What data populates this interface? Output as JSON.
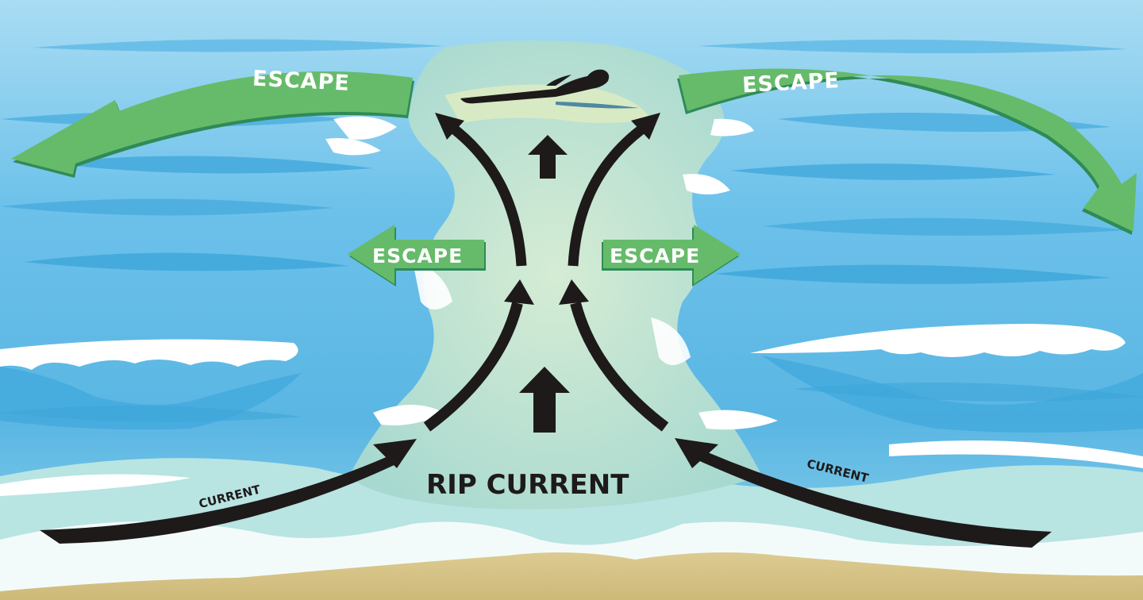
{
  "diagram": {
    "title": "RIP CURRENT",
    "subject": "Rip current escape diagram",
    "labels": {
      "rip_current": "RIP CURRENT",
      "current_left": "CURRENT",
      "current_right": "CURRENT",
      "escape_top_left": "ESCAPE",
      "escape_top_right": "ESCAPE",
      "escape_mid_left": "ESCAPE",
      "escape_mid_right": "ESCAPE"
    },
    "elements": [
      {
        "id": "swimmer",
        "description": "Swimmer silhouette at the top of the rip current"
      },
      {
        "id": "escape-arrow-top-left",
        "direction": "curving left, parallel to shore"
      },
      {
        "id": "escape-arrow-top-right",
        "direction": "curving right, parallel to shore"
      },
      {
        "id": "escape-arrow-mid-left",
        "direction": "left"
      },
      {
        "id": "escape-arrow-mid-right",
        "direction": "right"
      },
      {
        "id": "feeder-current-left",
        "direction": "along shore toward center"
      },
      {
        "id": "feeder-current-right",
        "direction": "along shore toward center"
      },
      {
        "id": "rip-flow-arrows",
        "direction": "offshore (up)"
      }
    ],
    "colors": {
      "sky_water_light": "#8fd0ee",
      "water_mid": "#5db8e4",
      "water_dark": "#3aa6dc",
      "foam": "#ffffff",
      "rip_channel": "#c4e6d6",
      "sand": "#d6c48a",
      "escape_green": "#66bb6a",
      "escape_green_shadow": "#2e8b57",
      "arrow_black": "#1e1a1a"
    }
  }
}
